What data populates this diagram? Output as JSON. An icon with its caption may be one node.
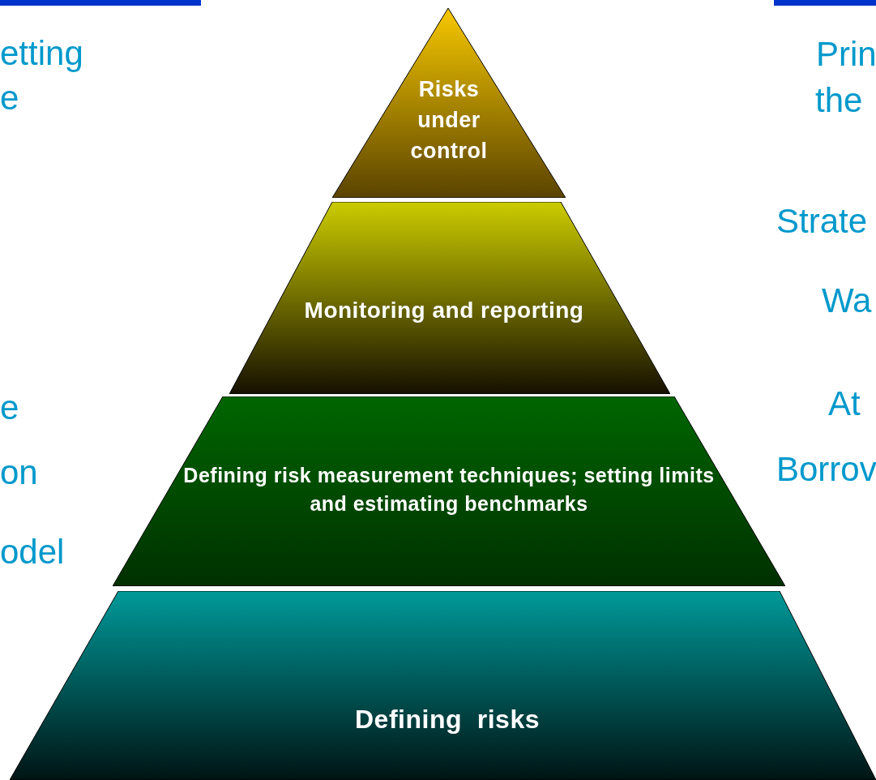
{
  "diagram": {
    "nodes": [
      {
        "text": [
          "Risks under control"
        ]
      },
      {
        "text": [
          "Monitoring and reporting"
        ]
      },
      {
        "text": [
          "Defining risk measurement techniques; setting limits and estimating benchmarks"
        ]
      },
      {
        "text": [
          "Defining  risks"
        ]
      }
    ],
    "labels": [
      "etting",
      "e",
      "e",
      "on",
      "odel",
      "Prin",
      "the",
      "Strate",
      "Wa",
      "At",
      "Borrov"
    ]
  }
}
